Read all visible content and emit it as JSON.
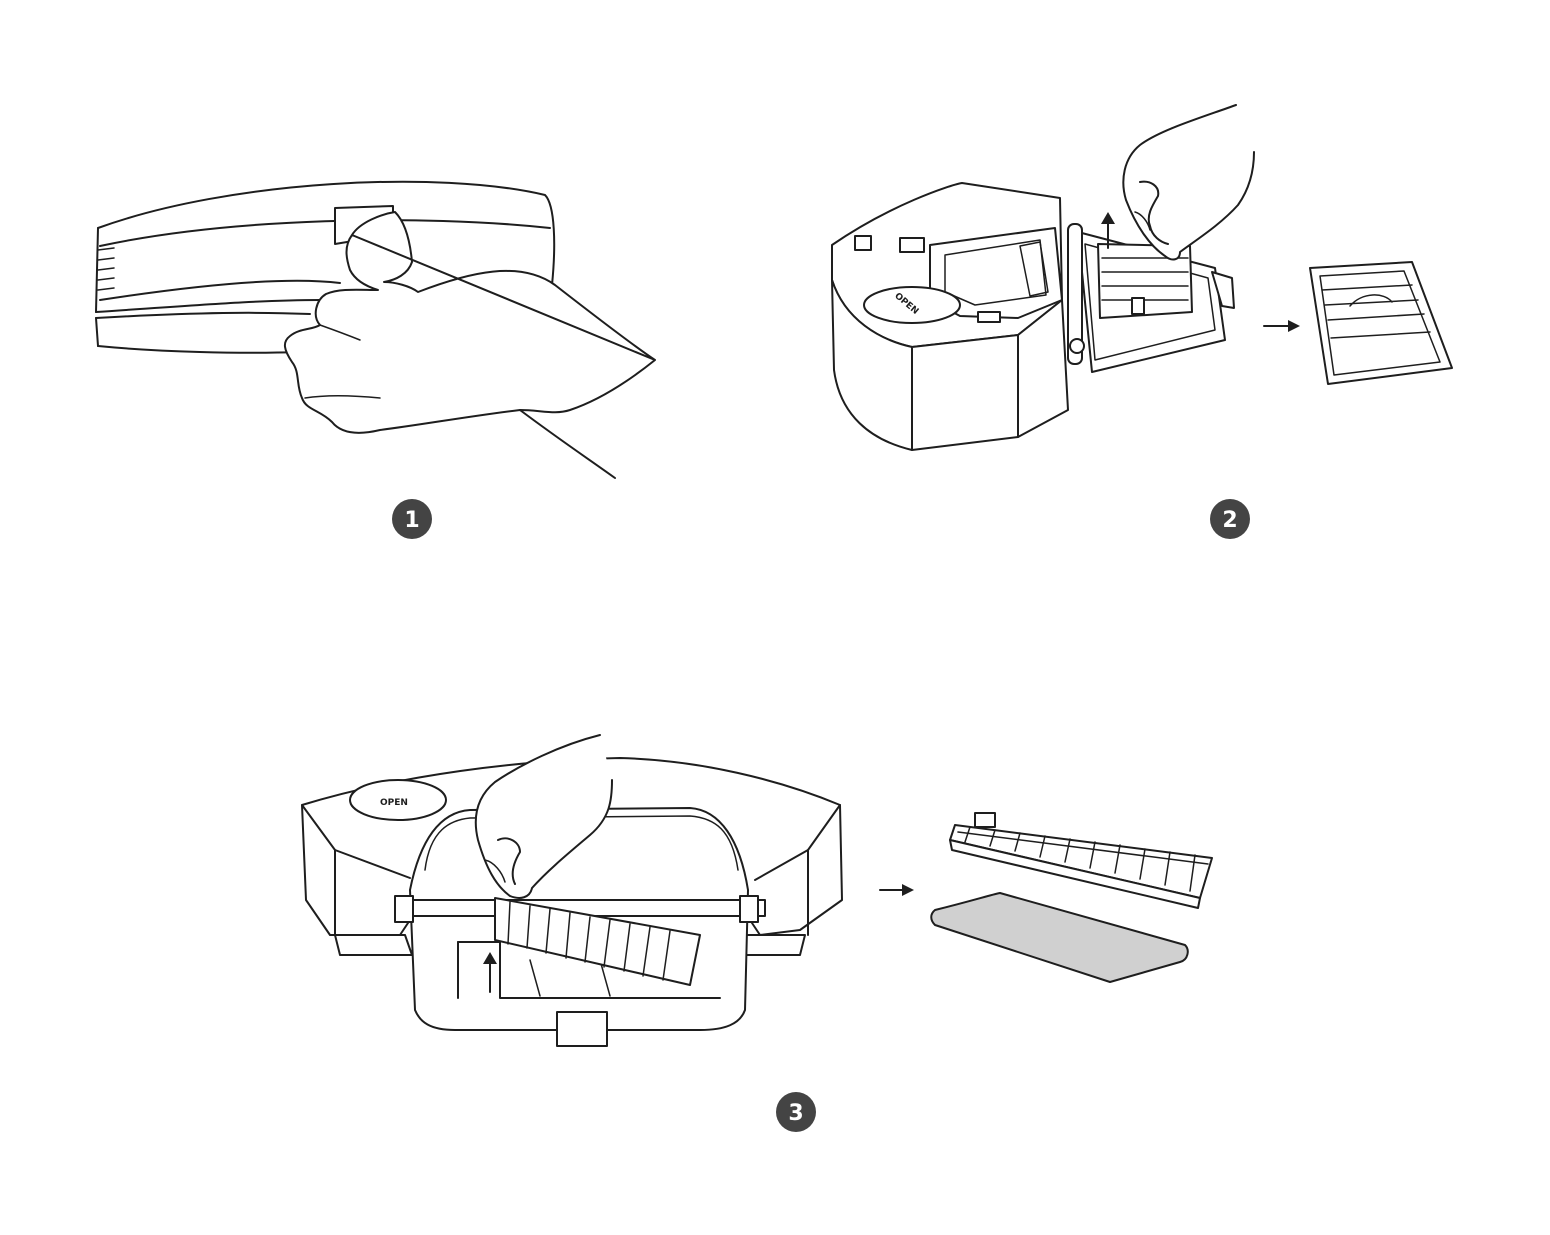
{
  "steps": [
    {
      "label": "1"
    },
    {
      "label": "2"
    },
    {
      "label": "3"
    }
  ],
  "device_label": "OPEN",
  "colors": {
    "line": "#1e1e1e",
    "badge": "#444444",
    "badge_text": "#ffffff",
    "filter_sponge": "#d0d0d0"
  }
}
